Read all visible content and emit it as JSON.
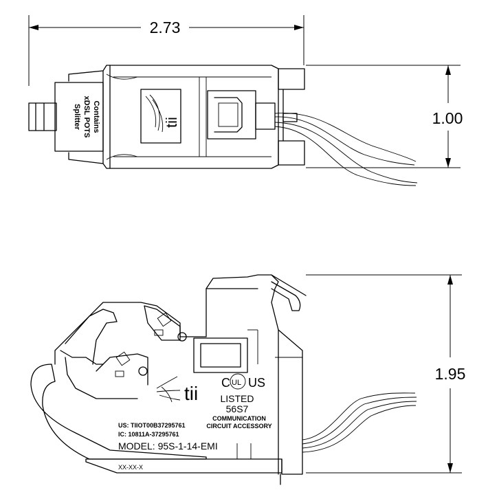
{
  "dimensions": {
    "width": "2.73",
    "height_top": "1.00",
    "height_side": "1.95"
  },
  "top_view": {
    "label_line1": "Contains",
    "label_line2": "xDSL POTS",
    "label_line3": "Splitter",
    "logo_text": "tii"
  },
  "side_view": {
    "logo_text": "tii",
    "cert_left": "C",
    "cert_mark": "UL",
    "cert_right": "US",
    "listed": "LISTED",
    "listing_code": "56S7",
    "category_line1": "COMMUNICATION",
    "category_line2": "CIRCUIT ACCESSORY",
    "us_id": "US: TIIOT00B37295761",
    "ic_id": "IC:  10811A-37295761",
    "model": "MODEL: 95S-1-14-EMI",
    "date_code": "XX-XX-X"
  }
}
